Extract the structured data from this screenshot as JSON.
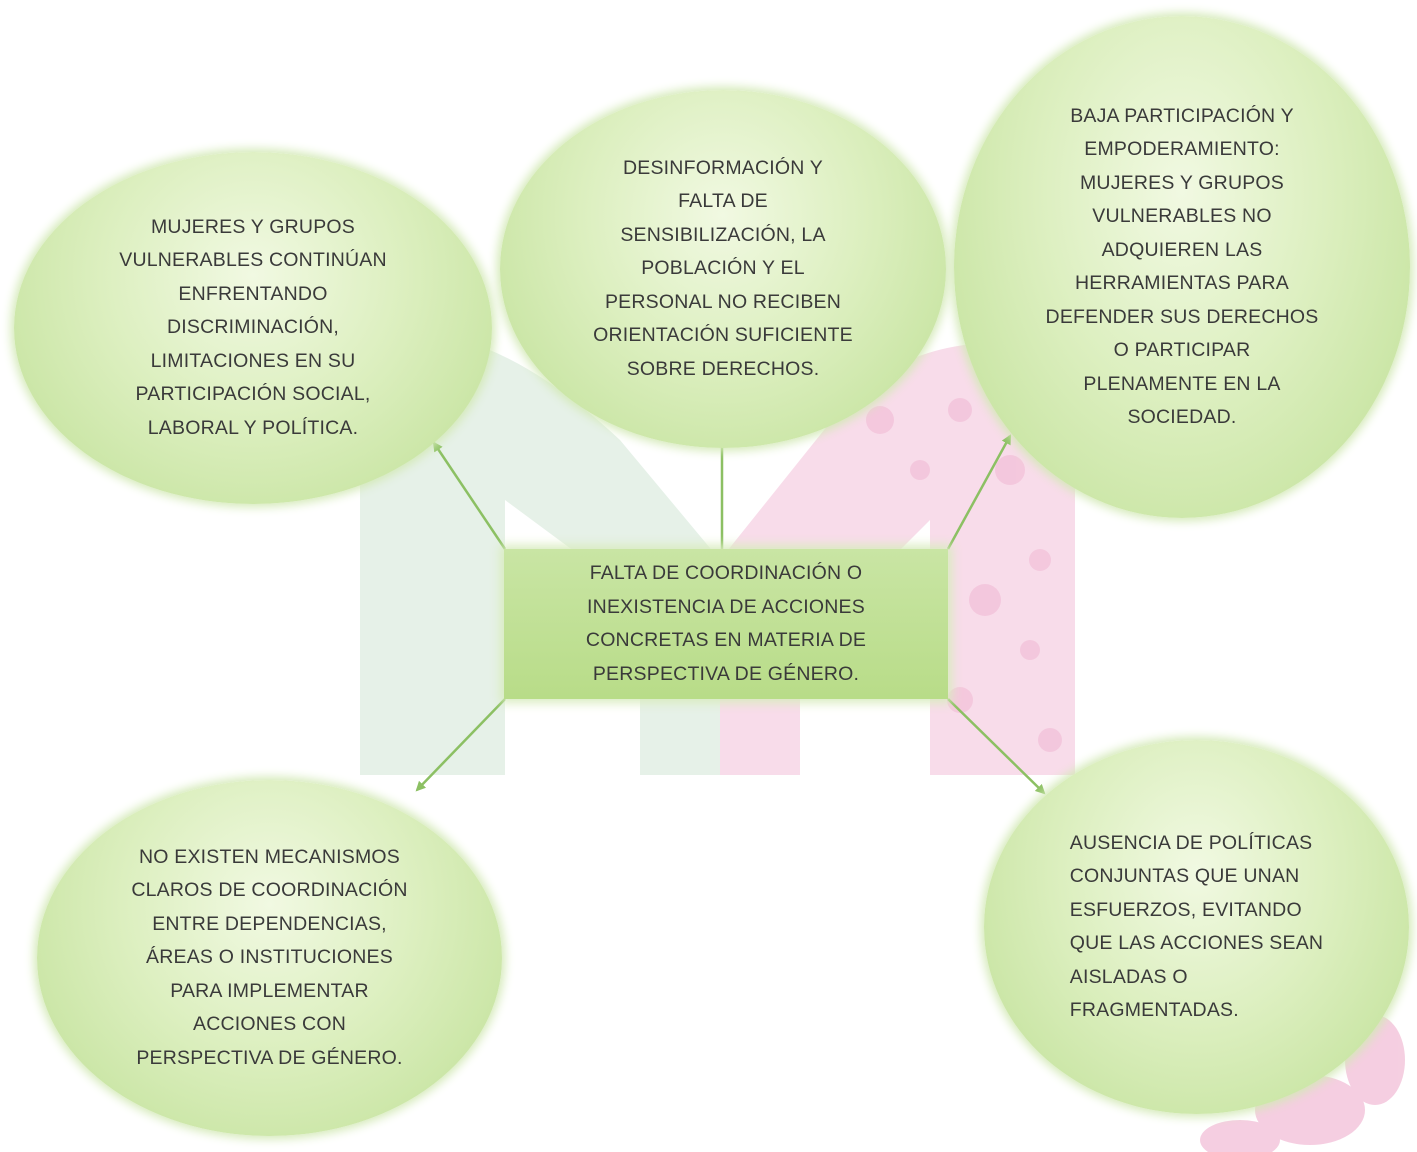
{
  "colors": {
    "bubble_fill": "#dcefbf",
    "box_fill": "#c2e197",
    "arrow": "#8cc063",
    "watermark_green": "#e6f1e8",
    "watermark_pink": "#f7d5e6"
  },
  "central_problem": "FALTA DE COORDINACIÓN O\nINEXISTENCIA DE ACCIONES\nCONCRETAS EN MATERIA DE\nPERSPECTIVA DE GÉNERO.",
  "effects": {
    "top_left": "MUJERES Y GRUPOS\nVULNERABLES CONTINÚAN\nENFRENTANDO\nDISCRIMINACIÓN,\nLIMITACIONES EN SU\nPARTICIPACIÓN SOCIAL,\nLABORAL Y POLÍTICA.",
    "top_center": "DESINFORMACIÓN Y\nFALTA DE\nSENSIBILIZACIÓN, LA\nPOBLACIÓN Y EL\nPERSONAL NO RECIBEN\nORIENTACIÓN SUFICIENTE\nSOBRE DERECHOS.",
    "top_right": "BAJA PARTICIPACIÓN Y\nEMPODERAMIENTO:\nMUJERES Y GRUPOS\nVULNERABLES NO\nADQUIEREN LAS\nHERRAMIENTAS PARA\nDEFENDER SUS DERECHOS\nO PARTICIPAR\nPLENAMENTE EN LA\nSOCIEDAD.",
    "bottom_left": "NO EXISTEN MECANISMOS\nCLAROS DE COORDINACIÓN\nENTRE DEPENDENCIAS,\nÁREAS O INSTITUCIONES\nPARA IMPLEMENTAR\nACCIONES CON\nPERSPECTIVA DE GÉNERO.",
    "bottom_right": "AUSENCIA DE POLÍTICAS\nCONJUNTAS QUE UNAN\nESFUERZOS, EVITANDO\nQUE LAS ACCIONES SEAN\nAISLADAS O\nFRAGMENTADAS."
  }
}
